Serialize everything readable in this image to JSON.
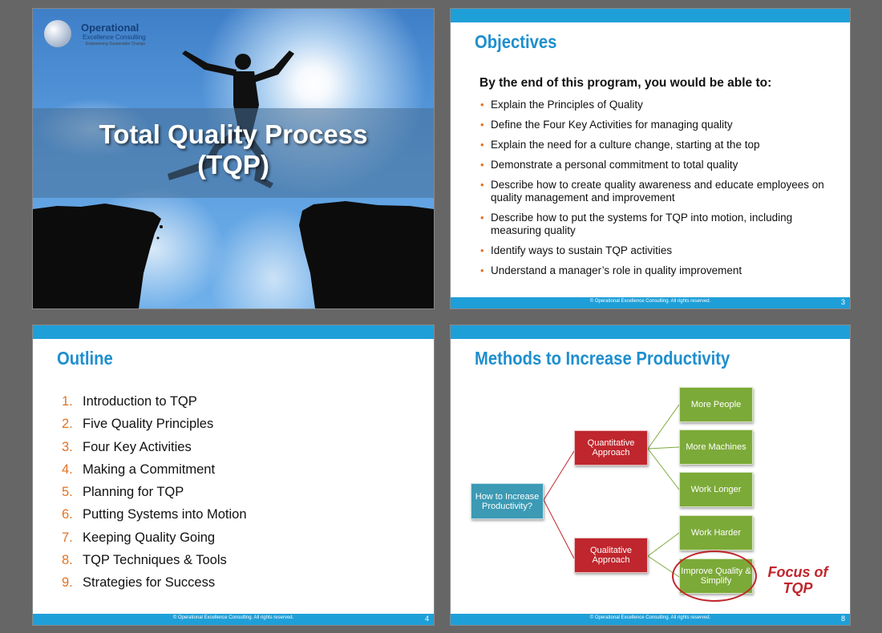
{
  "slides": {
    "title": {
      "logo_name": "Operational",
      "logo_sub": "Excellence Consulting",
      "logo_tag": "Empowering Sustainable Change",
      "title_line1": "Total Quality Process",
      "title_line2": "(TQP)"
    },
    "objectives": {
      "title": "Objectives",
      "lead": "By the end of this program, you would be able to:",
      "items": [
        "Explain the Principles of Quality",
        "Define the Four Key Activities for managing quality",
        "Explain the need for a culture change, starting at the top",
        "Demonstrate a personal commitment to total quality",
        "Describe how to create quality awareness and educate employees on quality management and improvement",
        "Describe how to put the systems for TQP into motion, including measuring quality",
        "Identify ways to sustain TQP activities",
        "Understand a manager’s role in quality improvement"
      ],
      "footer": "© Operational Excellence Consulting.  All rights reserved.",
      "page": "3"
    },
    "outline": {
      "title": "Outline",
      "items": [
        {
          "num": "1.",
          "text": "Introduction to TQP"
        },
        {
          "num": "2.",
          "text": "Five Quality Principles"
        },
        {
          "num": "3.",
          "text": "Four Key Activities"
        },
        {
          "num": "4.",
          "text": "Making a Commitment"
        },
        {
          "num": "5.",
          "text": "Planning for TQP"
        },
        {
          "num": "6.",
          "text": "Putting Systems into Motion"
        },
        {
          "num": "7.",
          "text": "Keeping Quality Going"
        },
        {
          "num": "8.",
          "text": "TQP Techniques & Tools"
        },
        {
          "num": "9.",
          "text": "Strategies for Success"
        }
      ],
      "footer": "© Operational Excellence Consulting.  All rights reserved.",
      "page": "4"
    },
    "methods": {
      "title": "Methods to Increase Productivity",
      "root": "How to Increase Productivity?",
      "quantitative": "Quantitative Approach",
      "qualitative": "Qualitative Approach",
      "more_people": "More People",
      "more_machines": "More Machines",
      "work_longer": "Work Longer",
      "work_harder": "Work Harder",
      "improve_quality": "Improve Quality & Simplify",
      "focus_line1": "Focus of",
      "focus_line2": "TQP",
      "footer": "© Operational Excellence Consulting.  All rights reserved.",
      "page": "8"
    }
  },
  "colors": {
    "accent_blue": "#1f9fd8",
    "title_blue": "#1e8fce",
    "bullet_orange": "#e37222",
    "red": "#c0262d",
    "green": "#7caa38",
    "teal": "#3c9ab4"
  }
}
